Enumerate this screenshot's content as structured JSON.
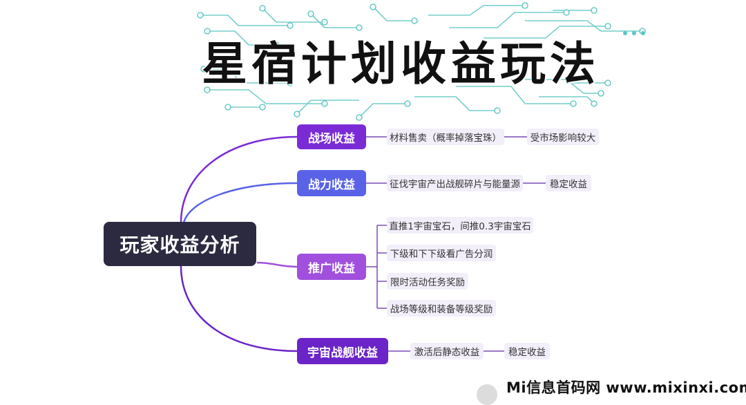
{
  "title": "星宿计划收益玩法",
  "root": "玩家收益分析",
  "branches": [
    {
      "label": "战场收益",
      "color": "#7b2bd6",
      "items": [
        "材料售卖（概率掉落宝珠）",
        "受市场影响较大"
      ]
    },
    {
      "label": "战力收益",
      "color": "#5a63e8",
      "items": [
        "征伐宇宙产出战舰碎片与能量源",
        "稳定收益"
      ]
    },
    {
      "label": "推广收益",
      "color": "#a050dc",
      "items": [
        "直推1宇宙宝石，间推0.3宇宙宝石",
        "下级和下下级看广告分润",
        "限时活动任务奖励",
        "战场等级和装备等级奖励"
      ]
    },
    {
      "label": "宇宙战舰收益",
      "color": "#6a24c8",
      "items": [
        "激活后静态收益",
        "稳定收益"
      ]
    }
  ],
  "watermark": "Mi信息首码网  www.mixinxi.com",
  "colors": {
    "root_bg": "#2c2a40",
    "leaf_bg": "#f2eefa",
    "circuit": "#5cc6c4"
  }
}
